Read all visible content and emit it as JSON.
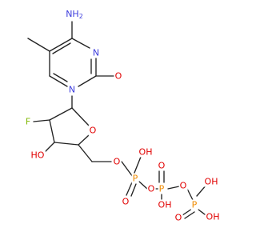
{
  "colors": {
    "bond": "#222222",
    "background": "#ffffff",
    "N": "#3b3bdc",
    "O": "#e10000",
    "F": "#7fb700",
    "P": "#ee8a00",
    "C": "#222222"
  },
  "atoms": [
    {
      "id": "nh2",
      "label": "NH2",
      "element": "N"
    },
    {
      "id": "n3",
      "label": "N",
      "element": "N"
    },
    {
      "id": "n1",
      "label": "N",
      "element": "N"
    },
    {
      "id": "o2",
      "label": "O",
      "element": "O"
    },
    {
      "id": "f",
      "label": "F",
      "element": "F"
    },
    {
      "id": "oring",
      "label": "O",
      "element": "O"
    },
    {
      "id": "ho3",
      "label": "HO",
      "element": "O"
    },
    {
      "id": "o5",
      "label": "O",
      "element": "O"
    },
    {
      "id": "pa",
      "label": "P",
      "element": "P"
    },
    {
      "id": "pa_oh",
      "label": "OH",
      "element": "O"
    },
    {
      "id": "pa_o",
      "label": "O",
      "element": "O"
    },
    {
      "id": "oab",
      "label": "O",
      "element": "O"
    },
    {
      "id": "pb",
      "label": "P",
      "element": "P"
    },
    {
      "id": "pb_o",
      "label": "O",
      "element": "O"
    },
    {
      "id": "pb_oh",
      "label": "OH",
      "element": "O"
    },
    {
      "id": "obg",
      "label": "O",
      "element": "O"
    },
    {
      "id": "pg",
      "label": "P",
      "element": "P"
    },
    {
      "id": "pg_oh1",
      "label": "OH",
      "element": "O"
    },
    {
      "id": "pg_o",
      "label": "O",
      "element": "O"
    },
    {
      "id": "pg_oh2",
      "label": "OH",
      "element": "O"
    }
  ]
}
